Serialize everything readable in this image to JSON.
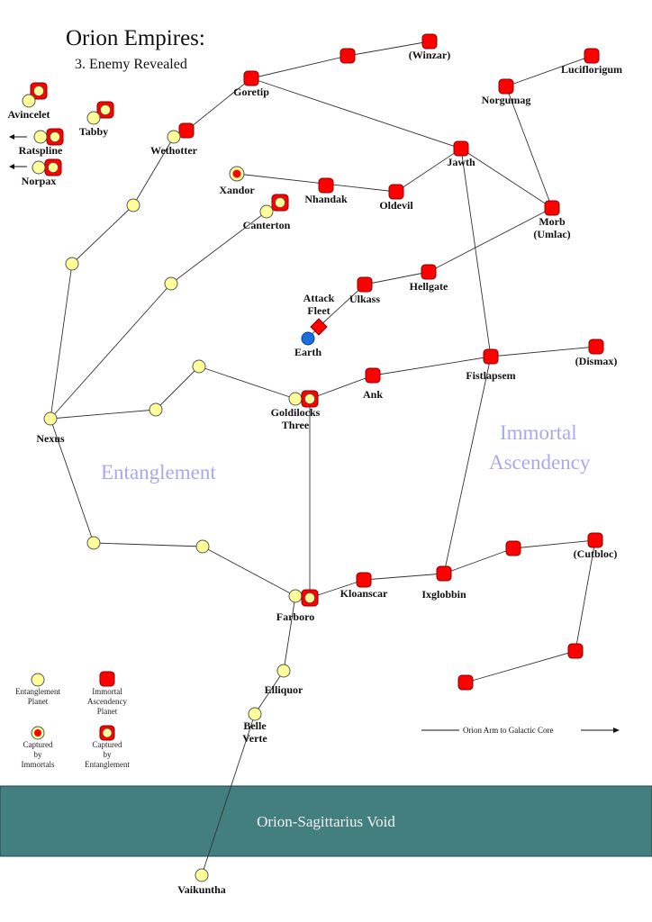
{
  "title": "Orion Empires:",
  "subtitle": "3. Enemy Revealed",
  "regions": [
    {
      "key": "entanglement",
      "lines": [
        "Entanglement"
      ]
    },
    {
      "key": "immortal",
      "lines": [
        "Immortal",
        "Ascendency"
      ]
    }
  ],
  "void": {
    "label": "Orion-Sagittarius Void",
    "color": "#447f7f"
  },
  "colors": {
    "entanglement": "#ffff99",
    "immortal": "#ff0000",
    "earth": "#1a6fe0",
    "line": "#333333"
  },
  "core_arrow": {
    "label": "Orion Arm to Galactic Core"
  },
  "legend": [
    {
      "key": "ent",
      "lines": [
        "Entanglement",
        "Planet"
      ]
    },
    {
      "key": "imm",
      "lines": [
        "Immortal",
        "Ascendency",
        "Planet"
      ]
    },
    {
      "key": "capimm",
      "lines": [
        "Captured",
        "by",
        "Immortals"
      ]
    },
    {
      "key": "capent",
      "lines": [
        "Captured",
        "by",
        "Entanglement"
      ]
    }
  ],
  "nodes": [
    {
      "id": "winzar",
      "type": "imm",
      "label": [
        "(Winzar)"
      ]
    },
    {
      "id": "winzar_link",
      "type": "imm",
      "label": []
    },
    {
      "id": "goretip",
      "type": "imm",
      "label": [
        "Goretip"
      ]
    },
    {
      "id": "luciflorigum",
      "type": "imm",
      "label": [
        "Luciflorigum"
      ]
    },
    {
      "id": "norgumag",
      "type": "imm",
      "label": [
        "Norgumag"
      ]
    },
    {
      "id": "wethotter_imm",
      "type": "imm",
      "label": []
    },
    {
      "id": "wethotter",
      "type": "ent",
      "label": [
        "Wethotter"
      ]
    },
    {
      "id": "avincelet_cap",
      "type": "capent",
      "label": []
    },
    {
      "id": "avincelet",
      "type": "ent",
      "label": [
        "Avincelet"
      ]
    },
    {
      "id": "tabby_cap",
      "type": "capent",
      "label": []
    },
    {
      "id": "tabby",
      "type": "ent",
      "label": [
        "Tabby"
      ]
    },
    {
      "id": "ratspline_cap",
      "type": "capent",
      "label": []
    },
    {
      "id": "ratspline",
      "type": "ent",
      "label": [
        "Ratspline"
      ]
    },
    {
      "id": "norpax_cap",
      "type": "capent",
      "label": []
    },
    {
      "id": "norpax",
      "type": "ent",
      "label": [
        "Norpax"
      ]
    },
    {
      "id": "xandor",
      "type": "capimm",
      "label": [
        "Xandor"
      ]
    },
    {
      "id": "nhandak",
      "type": "imm",
      "label": [
        "Nhandak"
      ]
    },
    {
      "id": "jawth",
      "type": "imm",
      "label": [
        "Jawth"
      ]
    },
    {
      "id": "oldevil",
      "type": "imm",
      "label": [
        "Oldevil"
      ]
    },
    {
      "id": "canterton_cap",
      "type": "capent",
      "label": []
    },
    {
      "id": "canterton",
      "type": "ent",
      "label": [
        "Canterton"
      ]
    },
    {
      "id": "morb",
      "type": "imm",
      "label": [
        "Morb",
        "(Umlac)"
      ]
    },
    {
      "id": "ent_a",
      "type": "ent",
      "label": []
    },
    {
      "id": "ent_b",
      "type": "ent",
      "label": []
    },
    {
      "id": "ent_c",
      "type": "ent",
      "label": []
    },
    {
      "id": "hellgate",
      "type": "imm",
      "label": [
        "Hellgate"
      ]
    },
    {
      "id": "ulkass",
      "type": "imm",
      "label": [
        "Ulkass"
      ]
    },
    {
      "id": "attack_fleet",
      "type": "fleet",
      "label": [
        "Attack",
        "Fleet"
      ]
    },
    {
      "id": "earth",
      "type": "earth",
      "label": [
        "Earth"
      ]
    },
    {
      "id": "dismax",
      "type": "imm",
      "label": [
        "(Dismax)"
      ]
    },
    {
      "id": "fistlapsem",
      "type": "imm",
      "label": [
        "Fistlapsem"
      ]
    },
    {
      "id": "ank",
      "type": "imm",
      "label": [
        "Ank"
      ]
    },
    {
      "id": "ent_d",
      "type": "ent",
      "label": []
    },
    {
      "id": "goldilocks",
      "type": "ent",
      "label": []
    },
    {
      "id": "goldilocks_cap",
      "type": "capent",
      "label": [
        "Goldilocks",
        "Three"
      ]
    },
    {
      "id": "ent_e",
      "type": "ent",
      "label": []
    },
    {
      "id": "nexus",
      "type": "ent",
      "label": [
        "Nexus"
      ]
    },
    {
      "id": "ent_f",
      "type": "ent",
      "label": []
    },
    {
      "id": "ent_g",
      "type": "ent",
      "label": []
    },
    {
      "id": "imm_a",
      "type": "imm",
      "label": []
    },
    {
      "id": "cutbloc",
      "type": "imm",
      "label": [
        "(Cutbloc)"
      ]
    },
    {
      "id": "ixglobbin",
      "type": "imm",
      "label": [
        "Ixglobbin"
      ]
    },
    {
      "id": "kloanscar",
      "type": "imm",
      "label": [
        "Kloanscar"
      ]
    },
    {
      "id": "farboro",
      "type": "ent",
      "label": []
    },
    {
      "id": "farboro_cap",
      "type": "capent",
      "label": [
        "Farboro"
      ]
    },
    {
      "id": "imm_b",
      "type": "imm",
      "label": []
    },
    {
      "id": "imm_c",
      "type": "imm",
      "label": []
    },
    {
      "id": "elliquor",
      "type": "ent",
      "label": [
        "Elliquor"
      ]
    },
    {
      "id": "belle_verte",
      "type": "ent",
      "label": [
        "Belle",
        "Verte"
      ]
    },
    {
      "id": "vaikuntha",
      "type": "ent",
      "label": [
        "Vaikuntha"
      ]
    }
  ],
  "edges": [
    [
      "goretip",
      "winzar_link"
    ],
    [
      "winzar_link",
      "winzar"
    ],
    [
      "goretip",
      "jawth"
    ],
    [
      "goretip",
      "wethotter_imm"
    ],
    [
      "wethotter_imm",
      "wethotter"
    ],
    [
      "wethotter",
      "ent_a"
    ],
    [
      "ent_a",
      "ent_b"
    ],
    [
      "ent_b",
      "nexus"
    ],
    [
      "xandor",
      "oldevil"
    ],
    [
      "oldevil",
      "jawth"
    ],
    [
      "jawth",
      "morb"
    ],
    [
      "jawth",
      "fistlapsem"
    ],
    [
      "norgumag",
      "luciflorigum"
    ],
    [
      "norgumag",
      "morb"
    ],
    [
      "morb",
      "hellgate"
    ],
    [
      "hellgate",
      "ulkass"
    ],
    [
      "ulkass",
      "attack_fleet"
    ],
    [
      "attack_fleet",
      "earth"
    ],
    [
      "canterton",
      "ent_c"
    ],
    [
      "ent_c",
      "nexus"
    ],
    [
      "nexus",
      "ent_e"
    ],
    [
      "ent_e",
      "ent_d"
    ],
    [
      "ent_d",
      "goldilocks"
    ],
    [
      "goldilocks_cap",
      "ank"
    ],
    [
      "ank",
      "fistlapsem"
    ],
    [
      "fistlapsem",
      "dismax"
    ],
    [
      "fistlapsem",
      "ixglobbin"
    ],
    [
      "goldilocks_cap",
      "farboro_cap"
    ],
    [
      "nexus",
      "ent_f"
    ],
    [
      "ent_f",
      "ent_g"
    ],
    [
      "ent_g",
      "farboro"
    ],
    [
      "farboro_cap",
      "kloanscar"
    ],
    [
      "kloanscar",
      "ixglobbin"
    ],
    [
      "ixglobbin",
      "imm_a"
    ],
    [
      "imm_a",
      "cutbloc"
    ],
    [
      "cutbloc",
      "imm_b"
    ],
    [
      "imm_b",
      "imm_c"
    ],
    [
      "farboro",
      "elliquor"
    ],
    [
      "elliquor",
      "belle_verte"
    ],
    [
      "belle_verte",
      "vaikuntha"
    ]
  ]
}
